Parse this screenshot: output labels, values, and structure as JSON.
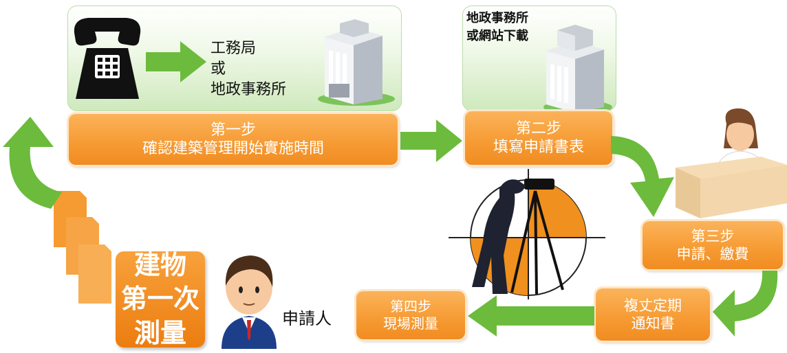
{
  "top_panel": {
    "office_lines": [
      "工務局",
      "或",
      "地政事務所"
    ]
  },
  "download_panel": {
    "lines": [
      "地政事務所",
      "或網站下載"
    ]
  },
  "steps": {
    "step1": {
      "line1": "第一步",
      "line2": "確認建築管理開始實施時間"
    },
    "step2": {
      "line1": "第二步",
      "line2": "填寫申請書表"
    },
    "step3": {
      "line1": "第三步",
      "line2": "申請、繳費"
    },
    "notice": {
      "line1": "複丈定期",
      "line2": "通知書"
    },
    "step4": {
      "line1": "第四步",
      "line2": "現場測量"
    }
  },
  "badge": {
    "lines": [
      "建物",
      "第一次",
      "測量"
    ]
  },
  "applicant_label": "申請人",
  "colors": {
    "arrow_green": "#6cbb3c",
    "step_orange": "#f69a32",
    "panel_green": "#cfe9bd",
    "badge_orange": "#ec7d0f"
  },
  "icons": [
    "telephone-icon",
    "office-building-icon",
    "clerk-at-desk-icon",
    "surveyor-icon",
    "applicant-person-icon",
    "documents-icon"
  ]
}
